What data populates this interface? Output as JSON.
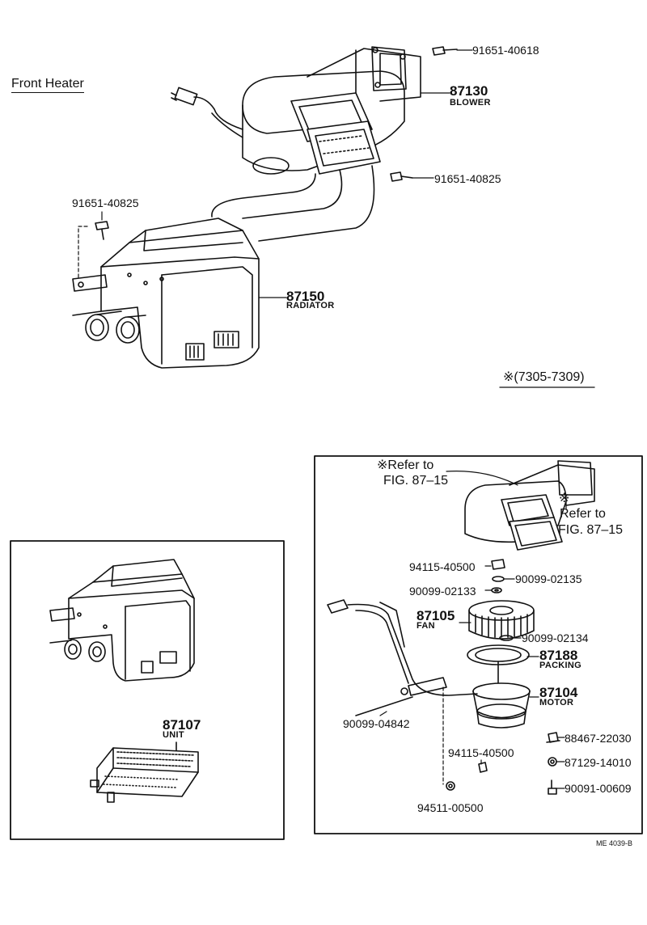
{
  "title": "Front Heater",
  "upper": {
    "screw_top": "91651-40618",
    "blower_number": "87130",
    "blower_name": "BLOWER",
    "screw_right": "91651-40825",
    "screw_left": "91651-40825",
    "radiator_number": "87150",
    "radiator_name": "RADIATOR",
    "range_note": "※(7305-7309)"
  },
  "left_box": {
    "unit_number": "87107",
    "unit_name": "UNIT"
  },
  "right_box": {
    "refer1_line1": "※Refer to",
    "refer1_line2": "FIG. 87–15",
    "refer2_mark": "※",
    "refer2_line1": "Refer to",
    "refer2_line2": "FIG. 87–15",
    "nut_a": "94115-40500",
    "washer_a": "90099-02135",
    "washer_b": "90099-02133",
    "fan_number": "87105",
    "fan_name": "FAN",
    "washer_c": "90099-02134",
    "packing_number": "87188",
    "packing_name": "PACKING",
    "motor_number": "87104",
    "motor_name": "MOTOR",
    "bolt": "90099-04842",
    "grommet_a": "88467-22030",
    "nut_b": "94115-40500",
    "grommet_b": "87129-14010",
    "screw_c": "90091-00609",
    "washer_d": "94511-00500"
  },
  "footer_code": "ME 4039-B"
}
